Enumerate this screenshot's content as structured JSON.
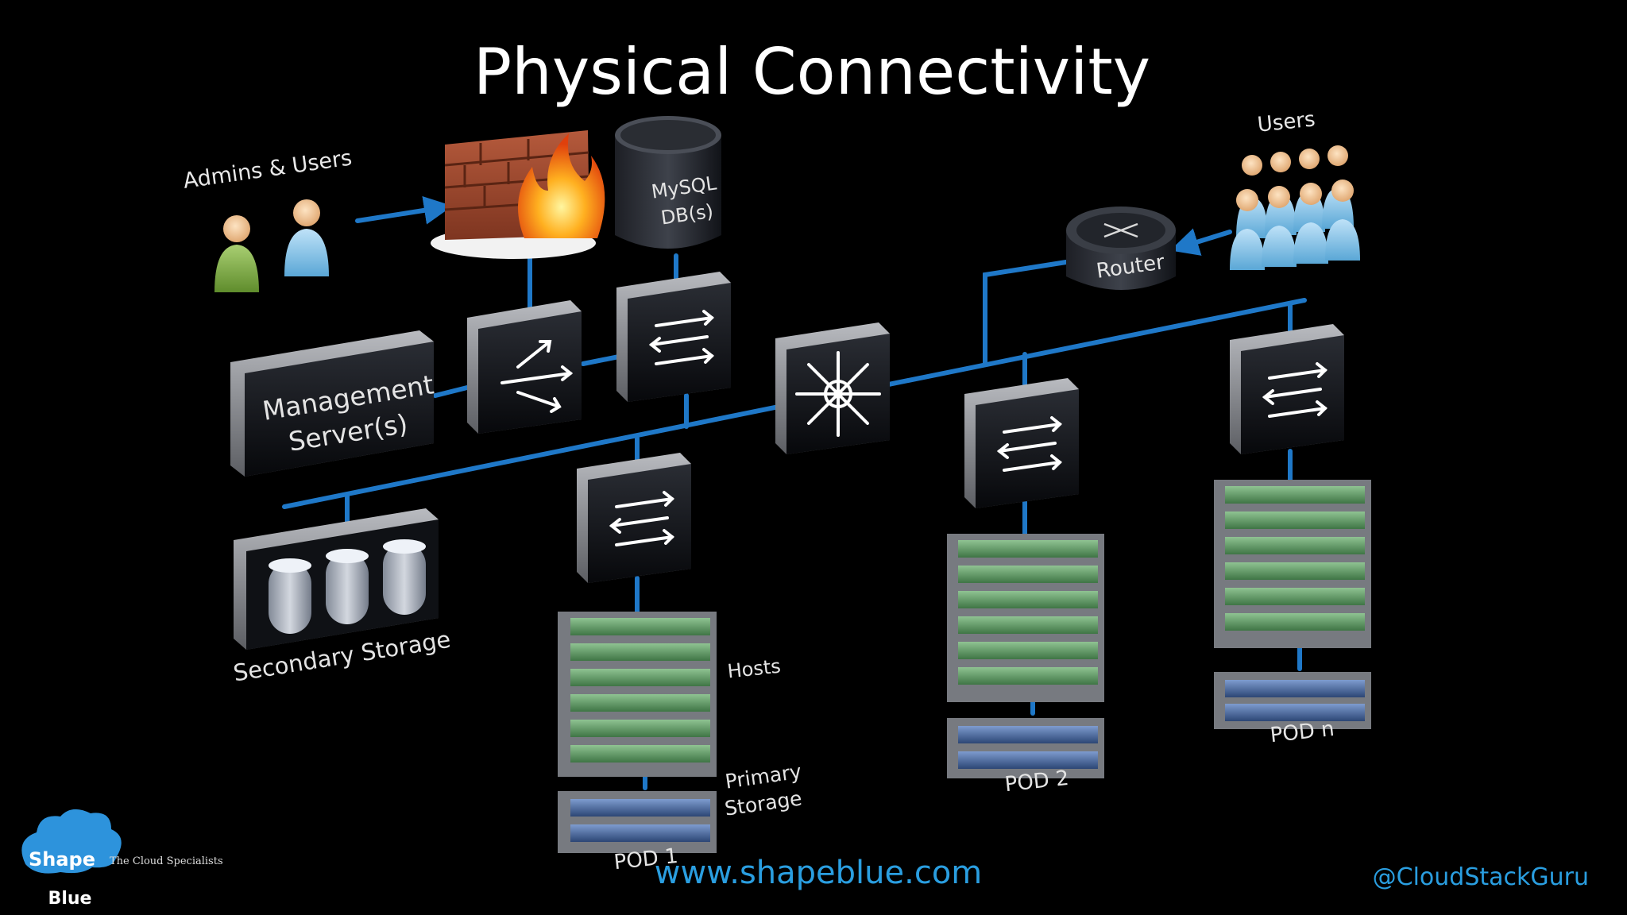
{
  "title": "Physical Connectivity",
  "labels": {
    "admins_users": "Admins & Users",
    "users": "Users",
    "mysql_line1": "MySQL",
    "mysql_line2": "DB(s)",
    "router": "Router",
    "mgmt_line1": "Management",
    "mgmt_line2": "Server(s)",
    "secondary_storage": "Secondary Storage",
    "hosts": "Hosts",
    "primary_line1": "Primary",
    "primary_line2": "Storage",
    "pod1": "POD 1",
    "pod2": "POD 2",
    "podn": "POD n"
  },
  "footer": {
    "website": "www.shapeblue.com",
    "handle": "@CloudStackGuru",
    "logo_top": "Shape",
    "logo_bottom": "Blue",
    "tagline": "The Cloud Specialists"
  },
  "colors": {
    "background": "#000000",
    "link_line": "#1f78c8",
    "accent_text": "#2a9ee0",
    "title": "#ffffff",
    "device_dark": "#15171c",
    "device_grey": "#8a8c92",
    "host_green": "#5c9a62",
    "storage_blue": "#4a6aa0",
    "logo_cloud": "#2d93dc"
  }
}
